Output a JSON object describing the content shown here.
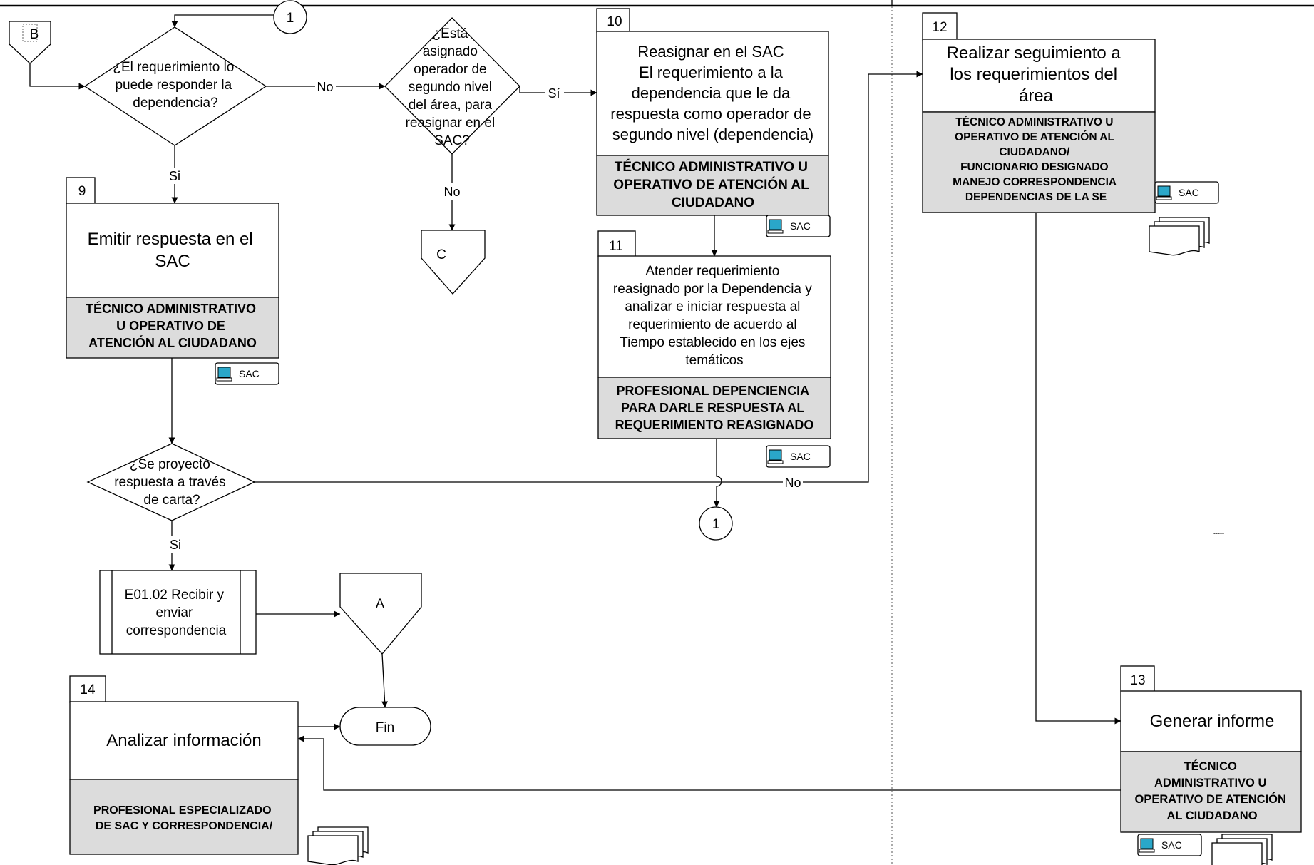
{
  "connectors": {
    "b": "B",
    "c": "C",
    "a": "A",
    "one_top": "1",
    "one_bottom": "1"
  },
  "end": "Fin",
  "decisions": {
    "d1": [
      "¿El requerimiento lo",
      "puede responder la",
      "dependencia?"
    ],
    "d2": [
      "¿Está",
      "asignado",
      "operador de",
      "segundo nivel",
      "del área, para",
      "reasignar en el",
      "SAC?"
    ],
    "d3": [
      "¿Se proyectó",
      "respuesta a través",
      "de carta?"
    ]
  },
  "flow_labels": {
    "no": "No",
    "si": "Si",
    "si_accent": "Sí"
  },
  "steps": {
    "s9": {
      "num": "9",
      "title": [
        "Emitir respuesta en el",
        "SAC"
      ],
      "role": [
        "TÉCNICO ADMINISTRATIVO",
        "U OPERATIVO DE",
        "ATENCIÓN AL CIUDADANO"
      ]
    },
    "s10": {
      "num": "10",
      "title": [
        "Reasignar en el SAC",
        "El requerimiento a la",
        "dependencia que le da",
        "respuesta como operador de",
        "segundo nivel (dependencia)"
      ],
      "role": [
        "TÉCNICO ADMINISTRATIVO U",
        "OPERATIVO DE ATENCIÓN AL",
        "CIUDADANO"
      ]
    },
    "s11": {
      "num": "11",
      "title": [
        "Atender requerimiento",
        "reasignado por la Dependencia y",
        "analizar e iniciar respuesta al",
        "requerimiento  de acuerdo al",
        "Tiempo establecido en los ejes",
        "temáticos"
      ],
      "role": [
        "PROFESIONAL DEPENCIENCIA",
        "PARA DARLE RESPUESTA AL",
        "REQUERIMIENTO REASIGNADO"
      ]
    },
    "s12": {
      "num": "12",
      "title": [
        "Realizar seguimiento a",
        "los requerimientos del",
        "área"
      ],
      "role": [
        "TÉCNICO ADMINISTRATIVO U",
        "OPERATIVO DE ATENCIÓN AL",
        "CIUDADANO/",
        "FUNCIONARIO DESIGNADO",
        "MANEJO CORRESPONDENCIA",
        "DEPENDENCIAS DE LA SE"
      ]
    },
    "s13": {
      "num": "13",
      "title": [
        "Generar informe"
      ],
      "role": [
        "TÉCNICO",
        "ADMINISTRATIVO U",
        "OPERATIVO DE ATENCIÓN",
        "AL CIUDADANO"
      ]
    },
    "s14": {
      "num": "14",
      "title": [
        "Analizar información"
      ],
      "role": [
        "PROFESIONAL ESPECIALIZADO",
        "DE SAC Y CORRESPONDENCIA/"
      ]
    }
  },
  "subprocess": [
    "E01.02 Recibir y",
    "enviar",
    "correspondencia"
  ],
  "system_tag": "SAC",
  "minor_mark": "-----",
  "colors": {
    "role_fill": "#dcdcdc",
    "line": "#000000",
    "monitor": "#2aa7c9"
  }
}
